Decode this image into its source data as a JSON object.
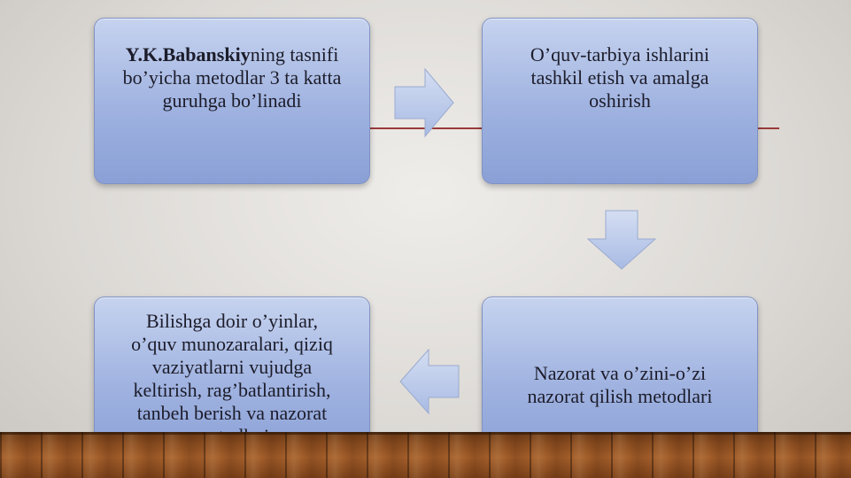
{
  "slide": {
    "accent_line_color": "#9a3a3a",
    "box_color": "#9fb2e0",
    "arrow_color": "#b3c3e8"
  },
  "boxes": [
    {
      "bold": "Y.K.Babanskiy",
      "lines": [
        "ning tasnifi",
        "bo’yicha metodlar 3 ta katta",
        "guruhga bo’linadi"
      ]
    },
    {
      "lines": [
        "O’quv-tarbiya ishlarini",
        "tashkil etish va amalga",
        "oshirish"
      ]
    },
    {
      "lines": [
        "Nazorat va o’zini-o’zi",
        "nazorat qilish metodlari"
      ]
    },
    {
      "lines": [
        "Bilishga doir o’yinlar,",
        "o’quv munozaralari, qiziq",
        "vaziyatlarni vujudga",
        "keltirish, rag’batlantirish,",
        "tanbeh berish va nazorat",
        "metodlari"
      ]
    }
  ],
  "arrows": [
    {
      "icon": "arrow-right-icon"
    },
    {
      "icon": "arrow-down-icon"
    },
    {
      "icon": "arrow-left-icon"
    }
  ]
}
